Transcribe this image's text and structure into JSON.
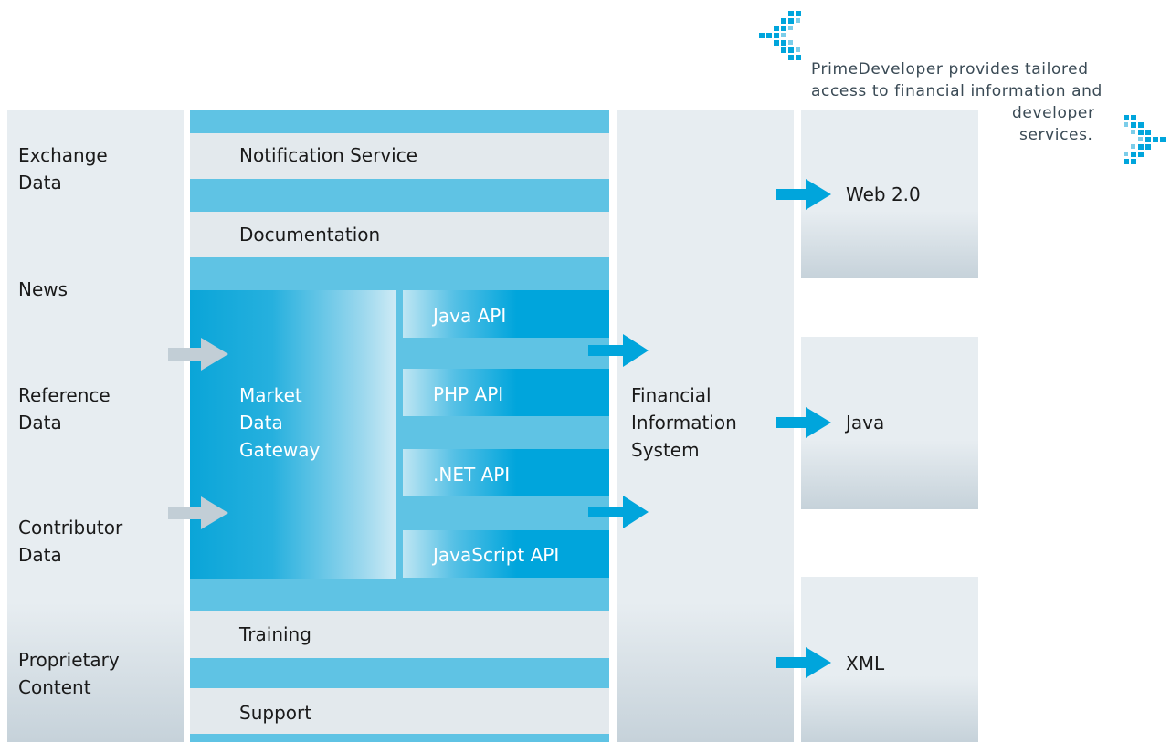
{
  "tagline": {
    "line1": "PrimeDeveloper provides tailored",
    "line2": "access to financial information and",
    "line3": "developer",
    "line4": "services."
  },
  "sources": {
    "exchange_1": "Exchange",
    "exchange_2": "Data",
    "news": "News",
    "reference_1": "Reference",
    "reference_2": "Data",
    "contributor_1": "Contributor",
    "contributor_2": "Data",
    "proprietary_1": "Proprietary",
    "proprietary_2": "Content"
  },
  "services": {
    "notification": "Notification Service",
    "documentation": "Documentation",
    "training": "Training",
    "support": "Support"
  },
  "gateway": {
    "line1": "Market",
    "line2": "Data",
    "line3": "Gateway"
  },
  "apis": {
    "java": "Java API",
    "php": "PHP API",
    "net": ".NET API",
    "javascript": "JavaScript API"
  },
  "fis": {
    "line1": "Financial",
    "line2": "Information",
    "line3": "System"
  },
  "outputs": {
    "web": "Web 2.0",
    "java": "Java",
    "xml": "XML"
  },
  "colors": {
    "accent_blue": "#00a5dc",
    "light_blue": "#5fc3e4",
    "grey_arrow": "#c2ced6",
    "panel_grey": "#e7edf1"
  }
}
